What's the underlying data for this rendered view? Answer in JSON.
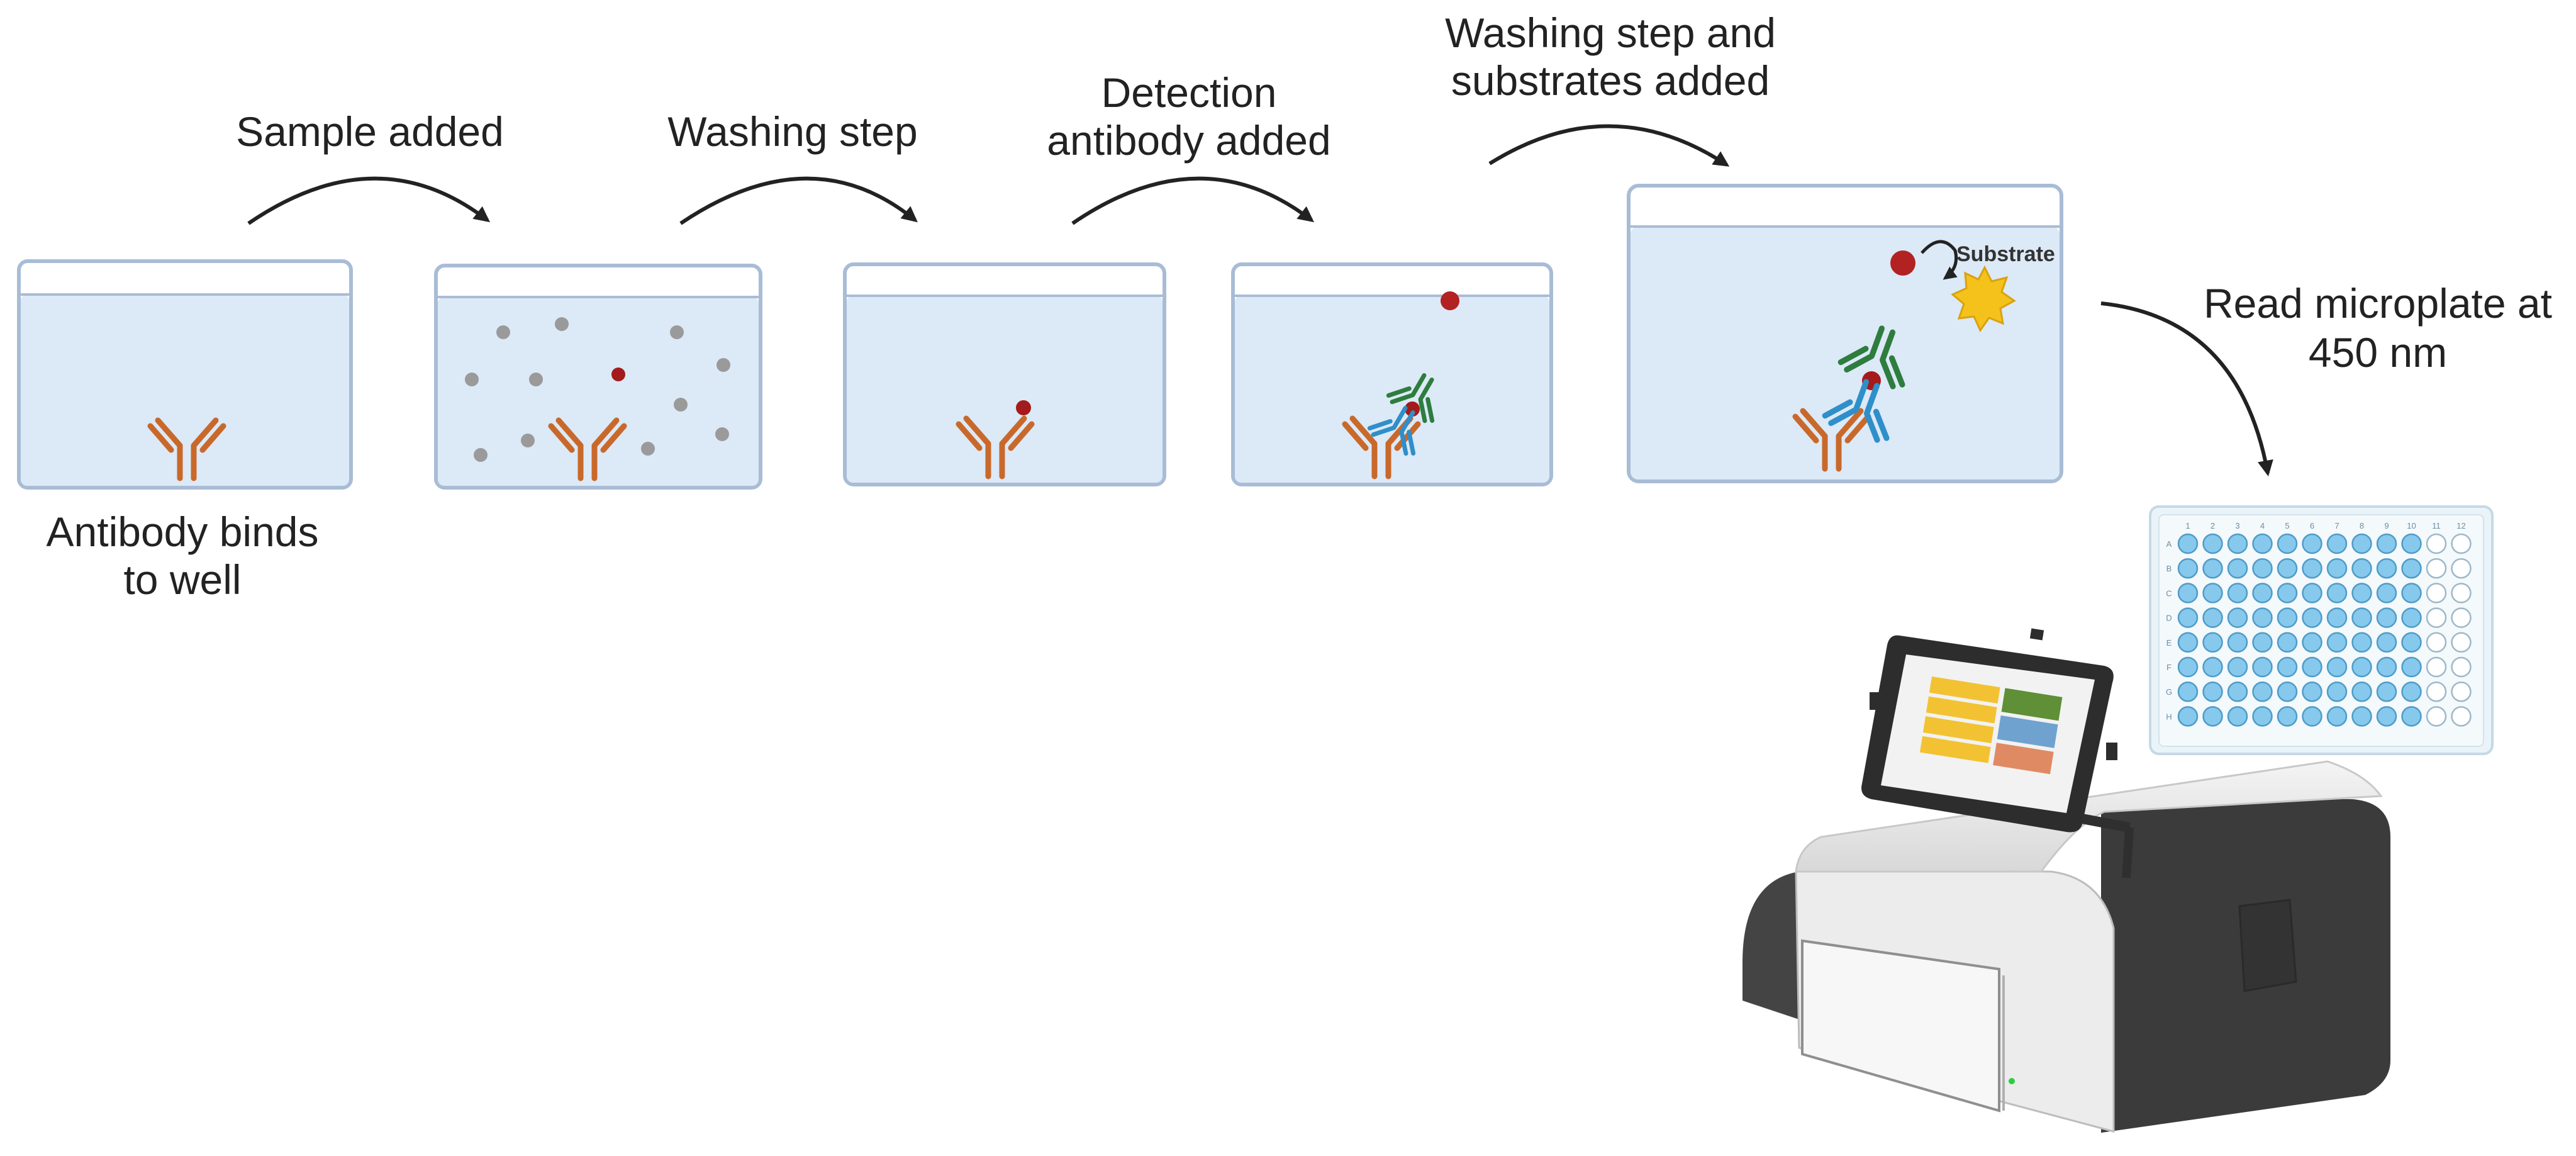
{
  "steps": [
    {
      "label": "Sample added"
    },
    {
      "label": "Washing step"
    },
    {
      "label_line1": "Detection",
      "label_line2": "antibody added"
    },
    {
      "label_line1": "Washing step and",
      "label_line2": "substrates added"
    }
  ],
  "well1_caption": {
    "line1": "Antibody binds",
    "line2": "to well"
  },
  "substrate_label": "Substrate",
  "reader_caption": {
    "line1": "Read microplate at",
    "line2": "450 nm"
  },
  "plate": {
    "row_labels": [
      "A",
      "B",
      "C",
      "D",
      "E",
      "F",
      "G",
      "H"
    ],
    "column_labels": [
      "1",
      "2",
      "3",
      "4",
      "5",
      "6",
      "7",
      "8",
      "9",
      "10",
      "11",
      "12"
    ],
    "filled_columns": 10
  },
  "colors": {
    "well_liquid": "#dce9f7",
    "well_border": "#a9bcd6",
    "capture_antibody": "#c8692b",
    "target_antigen": "#a31b1b",
    "detection_antibody_green": "#2e7d3e",
    "detection_antibody_blue": "#2f8fc9",
    "substrate_star": "#f5c21b",
    "plate_well_filled": "#86c9ec",
    "reader_body_dark": "#3b3b3b",
    "reader_body_light": "#ececec"
  }
}
